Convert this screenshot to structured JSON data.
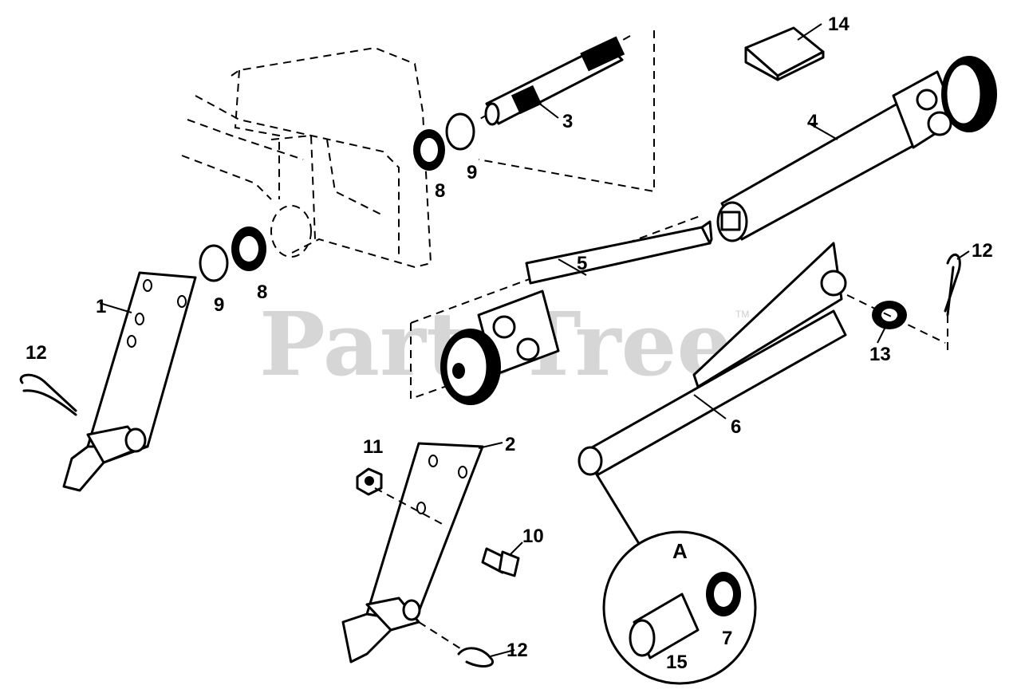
{
  "watermark": {
    "text": "PartsTree",
    "trademark": "TM"
  },
  "callouts": [
    {
      "id": "label-1",
      "text": "1"
    },
    {
      "id": "label-2",
      "text": "2"
    },
    {
      "id": "label-3",
      "text": "3"
    },
    {
      "id": "label-4",
      "text": "4"
    },
    {
      "id": "label-5",
      "text": "5"
    },
    {
      "id": "label-6",
      "text": "6"
    },
    {
      "id": "label-7",
      "text": "7"
    },
    {
      "id": "label-8a",
      "text": "8"
    },
    {
      "id": "label-8b",
      "text": "8"
    },
    {
      "id": "label-9a",
      "text": "9"
    },
    {
      "id": "label-9b",
      "text": "9"
    },
    {
      "id": "label-10",
      "text": "10"
    },
    {
      "id": "label-11",
      "text": "11"
    },
    {
      "id": "label-12a",
      "text": "12"
    },
    {
      "id": "label-12b",
      "text": "12"
    },
    {
      "id": "label-12c",
      "text": "12"
    },
    {
      "id": "label-13",
      "text": "13"
    },
    {
      "id": "label-14",
      "text": "14"
    },
    {
      "id": "label-15",
      "text": "15"
    }
  ],
  "detail_view": {
    "label": "A"
  }
}
